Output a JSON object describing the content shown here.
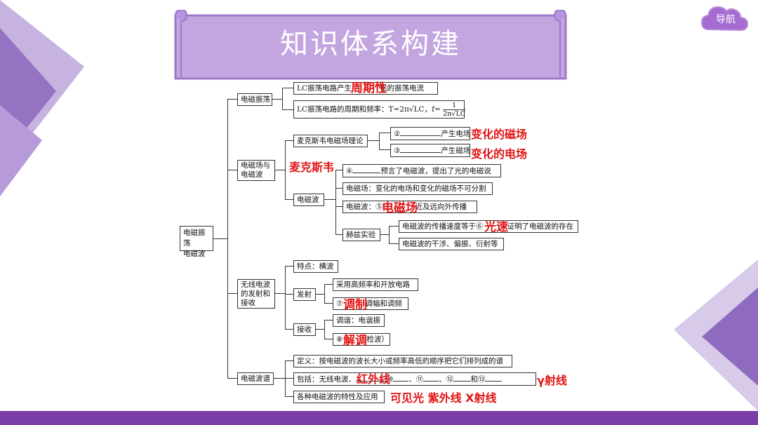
{
  "header": {
    "title": "知识体系构建",
    "nav_label": "导航"
  },
  "root": {
    "label": "电磁振荡\n电磁波"
  },
  "branches": {
    "oscillation": {
      "label": "电磁振荡",
      "items": {
        "lc_current": {
          "prefix": "LC振荡电路产生",
          "suffix": "化的振荡电流",
          "answer": "周期性"
        },
        "lc_period": {
          "text": "LC振荡电路的周期和频率：T=2π√LC，f=",
          "num": "1",
          "den": "2π√LC"
        }
      }
    },
    "field_wave": {
      "label": "电磁场与\n电磁波",
      "maxwell": {
        "label": "麦克斯韦电磁场理论",
        "answer_author": "麦克斯韦"
      },
      "theory_items": {
        "t2": {
          "num": "②",
          "text": "产生电场",
          "answer": "变化的磁场"
        },
        "t3": {
          "num": "③",
          "text": "产生磁场",
          "answer": "变化的电场"
        }
      },
      "predict": {
        "num": "④",
        "text": "预言了电磁波，提出了光的电磁说"
      },
      "wave_label": "电磁波",
      "wave_items": {
        "w1": {
          "text": "电磁场：变化的电场和变化的磁场不可分割"
        },
        "w2": {
          "prefix": "电磁波：⑤",
          "suffix": "近及远向外传播",
          "answer": "电磁场"
        }
      },
      "hertz": {
        "label": "赫兹实验",
        "h1": {
          "prefix": "电磁波的传播速度等于⑥",
          "suffix": "证明了电磁波的存在",
          "answer": "光速"
        },
        "h2": {
          "text": "电磁波的干涉、偏振、衍射等"
        }
      }
    },
    "radio": {
      "label": "无线电波\n的发射和\n接收",
      "feature": "特点：横波",
      "transmit": {
        "label": "发射",
        "t1": "采用高频率和开放电路",
        "t2": {
          "num": "⑦",
          "suffix": "调幅和调频",
          "answer": "调制"
        }
      },
      "receive": {
        "label": "接收",
        "r1": "调谐：电谐振",
        "r2": {
          "num": "⑧",
          "suffix": "检波）",
          "answer": "解调"
        }
      }
    },
    "spectrum": {
      "label": "电磁波谱",
      "definition": "定义：按电磁波的波长大小或频率高低的顺序把它们排列成的谱",
      "includes": {
        "prefix": "包括：无线电波、",
        "n10": "⑩",
        "sep1": "、",
        "n11": "⑪",
        "sep2": "、",
        "n12": "⑫",
        "and": "和",
        "n13": "⑬"
      },
      "props": "各种电磁波的特性及应用",
      "answers": {
        "a9": "红外线",
        "a13": "γ射线",
        "others": "可见光 紫外线 X射线"
      }
    }
  },
  "colors": {
    "banner": "#c3a5e0",
    "banner_border": "#9c7ac9",
    "answer": "#e21414",
    "bottom_bar": "#7a3ea6",
    "side_triangles": "#8e6bbf"
  }
}
